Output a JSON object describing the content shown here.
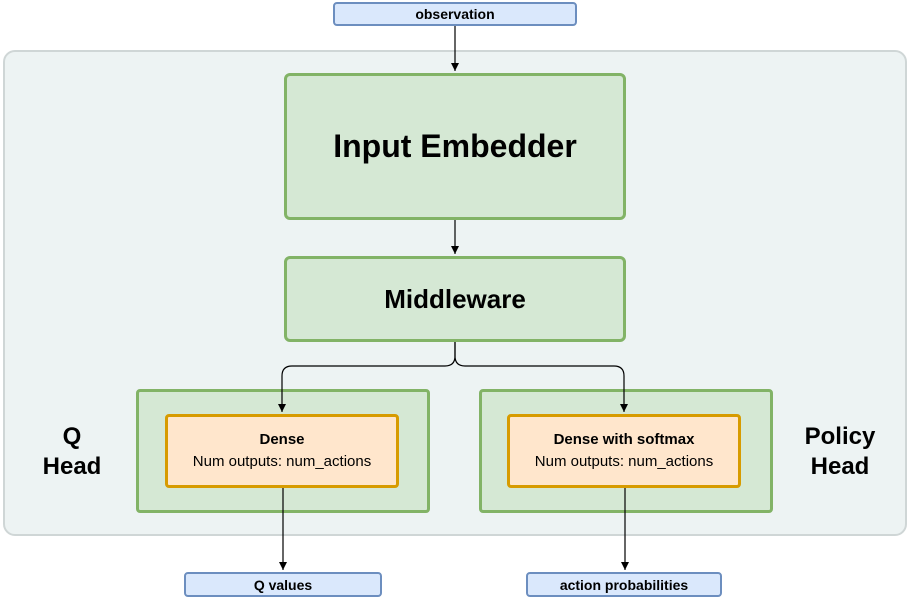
{
  "nodes": {
    "observation": "observation",
    "input_embedder": "Input Embedder",
    "middleware": "Middleware",
    "q_head": {
      "label_line1": "Q",
      "label_line2": "Head",
      "dense_title": "Dense",
      "dense_sub": "Num outputs: num_actions"
    },
    "policy_head": {
      "label_line1": "Policy",
      "label_line2": "Head",
      "dense_title": "Dense with softmax",
      "dense_sub": "Num outputs: num_actions"
    },
    "q_values": "Q values",
    "action_probabilities": "action probabilities"
  },
  "colors": {
    "io_fill": "#dae8fc",
    "io_stroke": "#6c8ebf",
    "green_fill": "#d5e8d4",
    "green_stroke": "#82b366",
    "orange_fill": "#ffe6cc",
    "orange_stroke": "#d79b00",
    "container_fill": "#edf3f3"
  }
}
